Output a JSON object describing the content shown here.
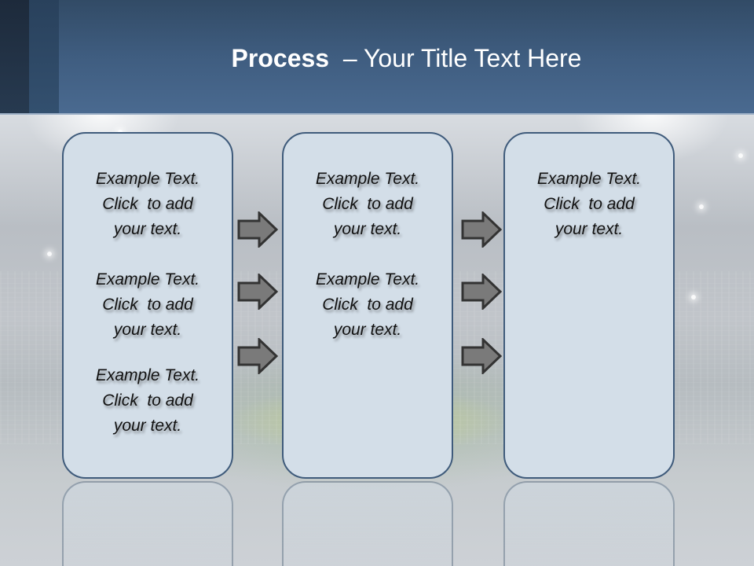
{
  "slide": {
    "title_bold": "Process",
    "title_rest": "  – Your Title Text Here",
    "colors": {
      "header_top": "#324b66",
      "header_bottom": "#4a6a90",
      "box_fill": "#d3dee8",
      "box_border": "#3f5b7b",
      "arrow_fill": "#7a7a7a",
      "arrow_stroke": "#333333"
    },
    "columns": [
      {
        "items": [
          {
            "line1": "Example Text.",
            "line2": "Click  to add",
            "line3": "your text."
          },
          {
            "line1": "Example Text.",
            "line2": "Click  to add",
            "line3": "your text."
          },
          {
            "line1": "Example Text.",
            "line2": "Click  to add",
            "line3": "your text."
          }
        ]
      },
      {
        "items": [
          {
            "line1": "Example Text.",
            "line2": "Click  to add",
            "line3": "your text."
          },
          {
            "line1": "Example Text.",
            "line2": "Click  to add",
            "line3": "your text."
          }
        ]
      },
      {
        "items": [
          {
            "line1": "Example Text.",
            "line2": "Click  to add",
            "line3": "your text."
          }
        ]
      }
    ],
    "arrows": {
      "icon": "right-arrow-icon",
      "count_per_gap": 3
    }
  }
}
